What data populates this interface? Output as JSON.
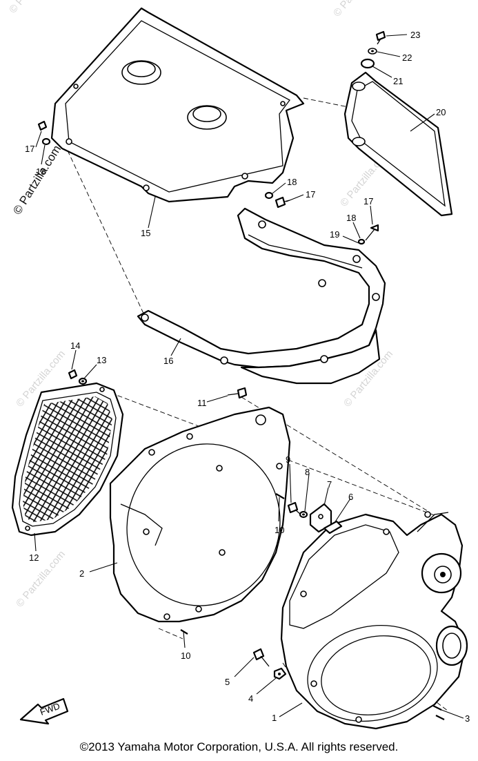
{
  "watermark": {
    "main": "© Partzilla.com",
    "faded": "© Partzilla.com"
  },
  "callouts": {
    "c1": "1",
    "c2": "2",
    "c3": "3",
    "c4": "4",
    "c5": "5",
    "c6": "6",
    "c7": "7",
    "c8": "8",
    "c9": "9",
    "c10a": "10",
    "c10b": "10",
    "c11": "11",
    "c12": "12",
    "c13": "13",
    "c14": "14",
    "c15": "15",
    "c16": "16",
    "c17a": "17",
    "c17b": "17",
    "c17c": "17",
    "c18a": "18",
    "c18b": "18",
    "c18c": "18",
    "c19": "19",
    "c20": "20",
    "c21": "21",
    "c22": "22",
    "c23": "23"
  },
  "fwd_label": "FWD",
  "copyright": "©2013 Yamaha Motor Corporation, U.S.A. All rights reserved."
}
